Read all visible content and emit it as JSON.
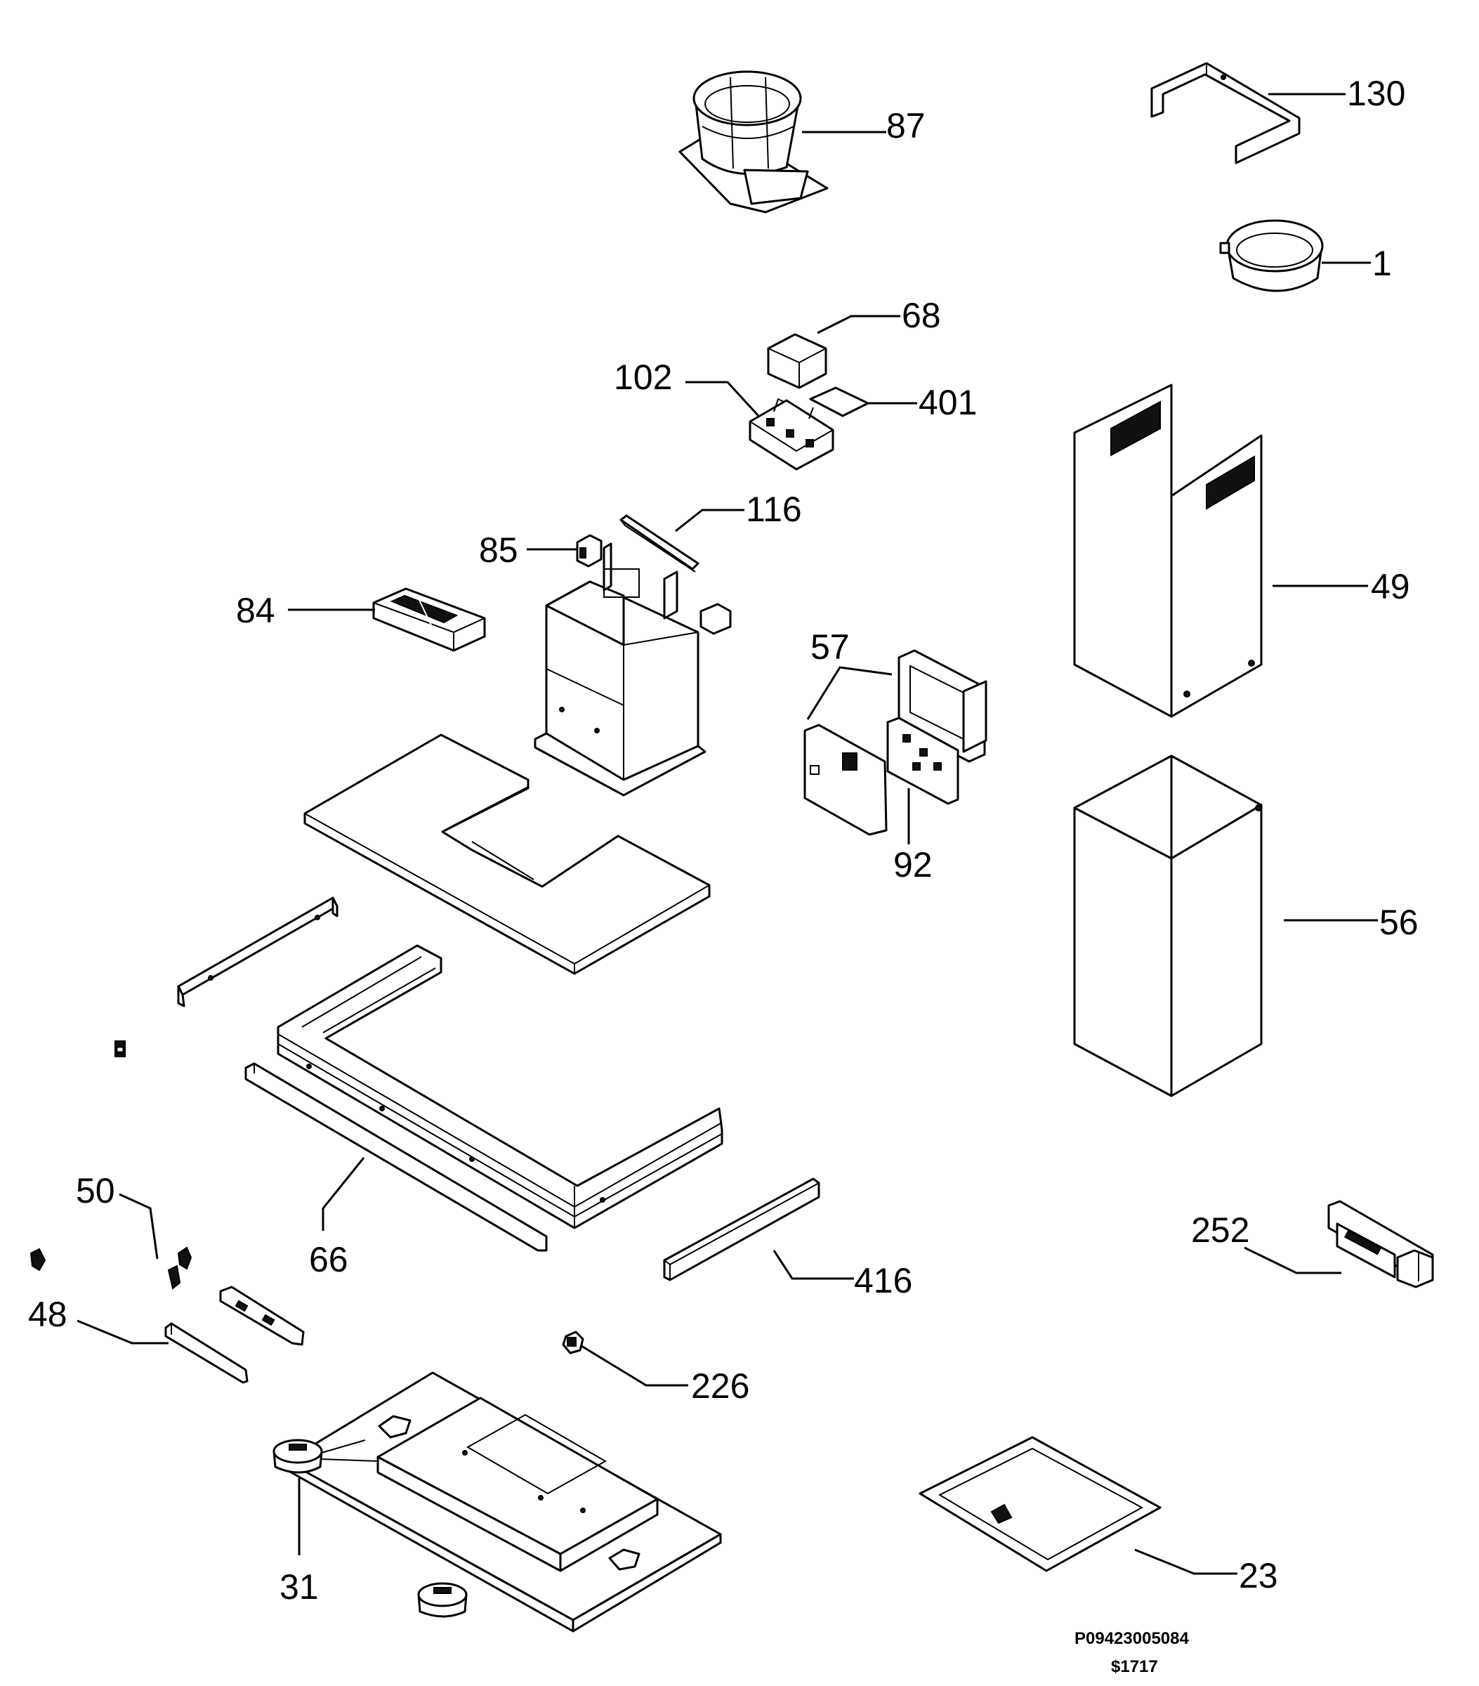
{
  "parts": [
    {
      "id": "87",
      "label": "87"
    },
    {
      "id": "130",
      "label": "130"
    },
    {
      "id": "1",
      "label": "1"
    },
    {
      "id": "68",
      "label": "68"
    },
    {
      "id": "102",
      "label": "102"
    },
    {
      "id": "401",
      "label": "401"
    },
    {
      "id": "116",
      "label": "116"
    },
    {
      "id": "85",
      "label": "85"
    },
    {
      "id": "84",
      "label": "84"
    },
    {
      "id": "57",
      "label": "57"
    },
    {
      "id": "92",
      "label": "92"
    },
    {
      "id": "49",
      "label": "49"
    },
    {
      "id": "56",
      "label": "56"
    },
    {
      "id": "50",
      "label": "50"
    },
    {
      "id": "66",
      "label": "66"
    },
    {
      "id": "252",
      "label": "252"
    },
    {
      "id": "416",
      "label": "416"
    },
    {
      "id": "48",
      "label": "48"
    },
    {
      "id": "226",
      "label": "226"
    },
    {
      "id": "31",
      "label": "31"
    },
    {
      "id": "23",
      "label": "23"
    }
  ],
  "footer": {
    "drawing_code": "P09423005084",
    "revision_code": "$1717"
  }
}
